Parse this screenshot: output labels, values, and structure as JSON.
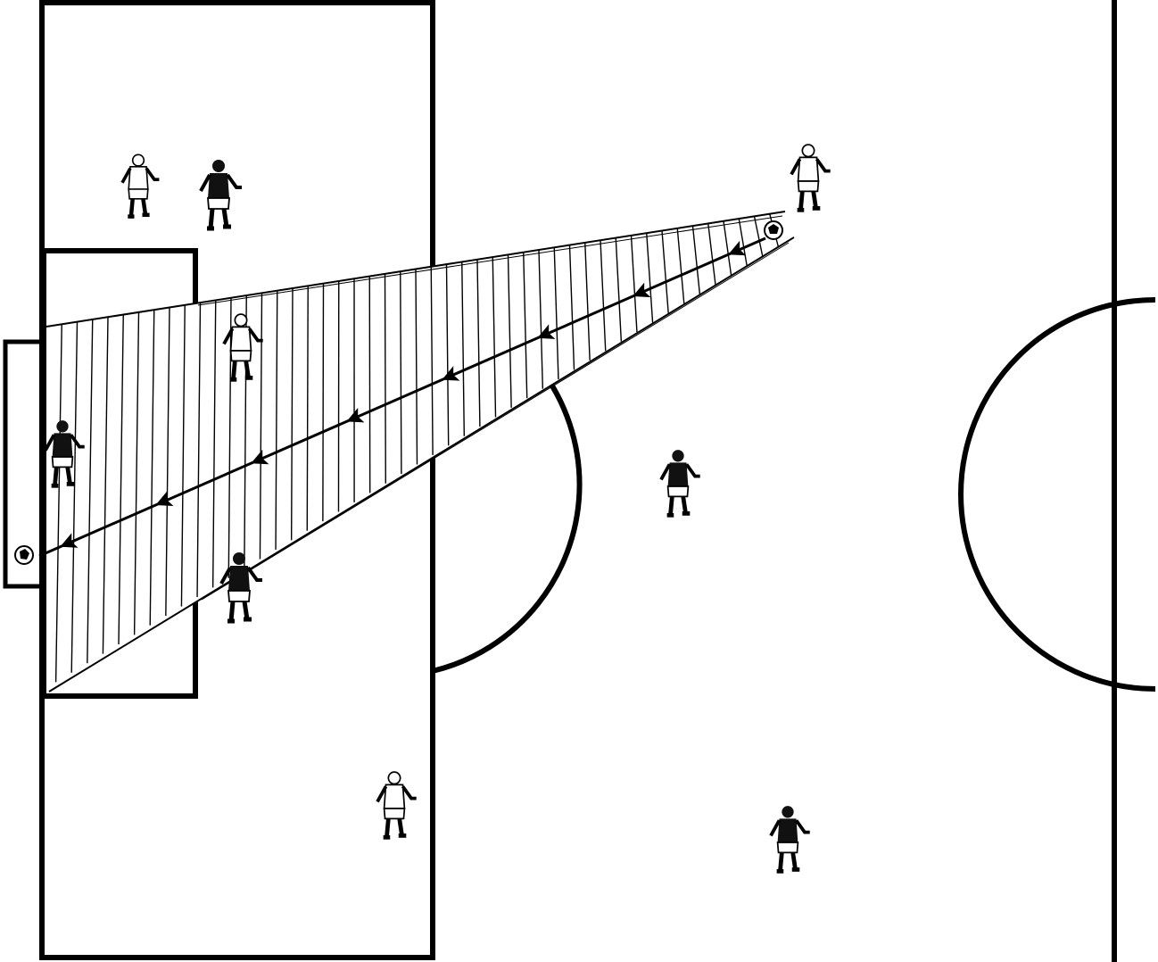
{
  "diagram": {
    "kind": "football pitch half with shooting cone",
    "field": {
      "background": "#ffffff",
      "line_color": "#000000"
    },
    "elements": [
      {
        "name": "penalty-area"
      },
      {
        "name": "goal-area"
      },
      {
        "name": "goal"
      },
      {
        "name": "penalty-arc"
      },
      {
        "name": "halfway-line"
      },
      {
        "name": "center-circle"
      },
      {
        "name": "shooting-cone",
        "fill": "hatched"
      },
      {
        "name": "ball-path",
        "arrows": 8
      }
    ],
    "players": [
      {
        "team": "light",
        "role": "attacker-top-left"
      },
      {
        "team": "dark",
        "role": "defender-top"
      },
      {
        "team": "light",
        "role": "attacker-in-cone"
      },
      {
        "team": "dark",
        "role": "goalkeeper"
      },
      {
        "team": "dark",
        "role": "defender-bottom"
      },
      {
        "team": "light",
        "role": "attacker-bottom"
      },
      {
        "team": "light",
        "role": "shooter"
      },
      {
        "team": "dark",
        "role": "midfielder"
      },
      {
        "team": "dark",
        "role": "defender-far"
      }
    ],
    "balls": [
      {
        "role": "at-shooter"
      },
      {
        "role": "in-goal"
      }
    ]
  }
}
